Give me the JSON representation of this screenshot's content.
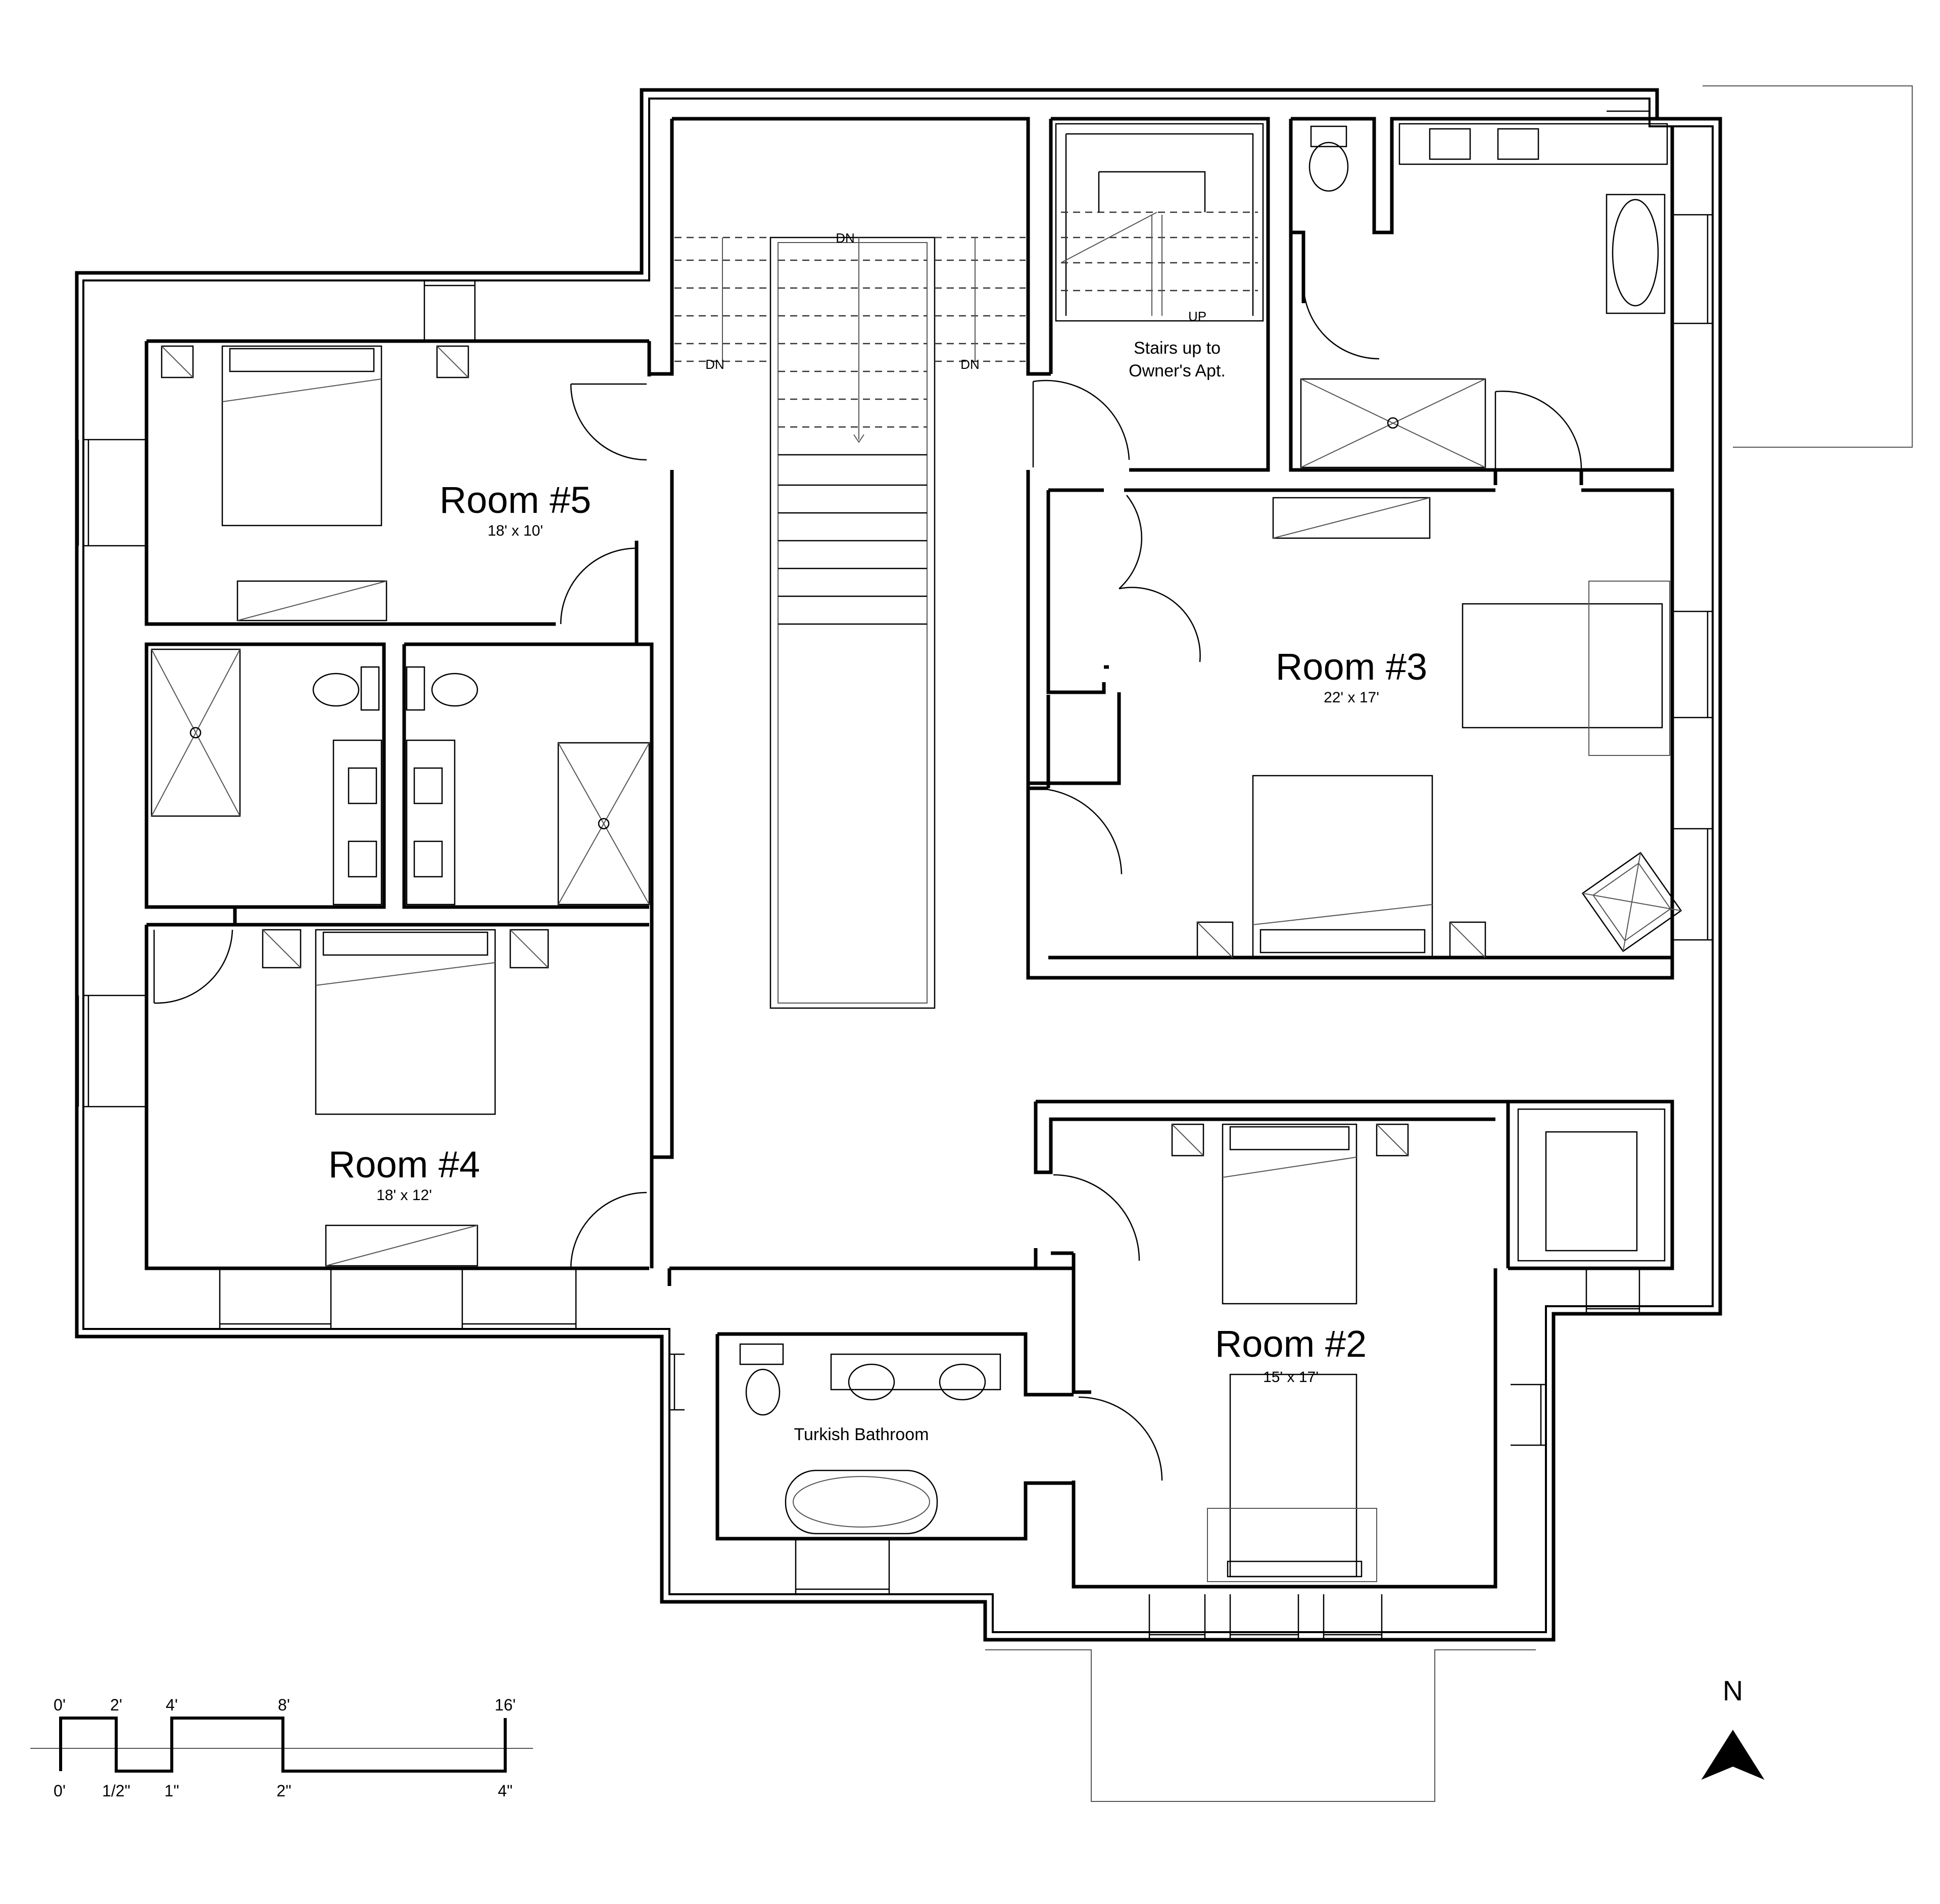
{
  "rooms": [
    {
      "id": "room5",
      "name": "Room #5",
      "size": "18' x 10'"
    },
    {
      "id": "room4",
      "name": "Room #4",
      "size": "18' x 12'"
    },
    {
      "id": "room3",
      "name": "Room #3",
      "size": "22' x 17'"
    },
    {
      "id": "room2",
      "name": "Room #2",
      "size": "15' x 17'"
    }
  ],
  "labels": {
    "stairs_line1": "Stairs up to",
    "stairs_line2": "Owner's Apt.",
    "turkish_bathroom": "Turkish Bathroom",
    "up": "UP",
    "dn": "DN"
  },
  "scale_bar": {
    "feet_labels": [
      "0'",
      "2'",
      "4'",
      "8'",
      "16'"
    ],
    "inch_labels": [
      "0'",
      "1/2\"",
      "1\"",
      "2\"",
      "4\""
    ]
  },
  "north_label": "N"
}
